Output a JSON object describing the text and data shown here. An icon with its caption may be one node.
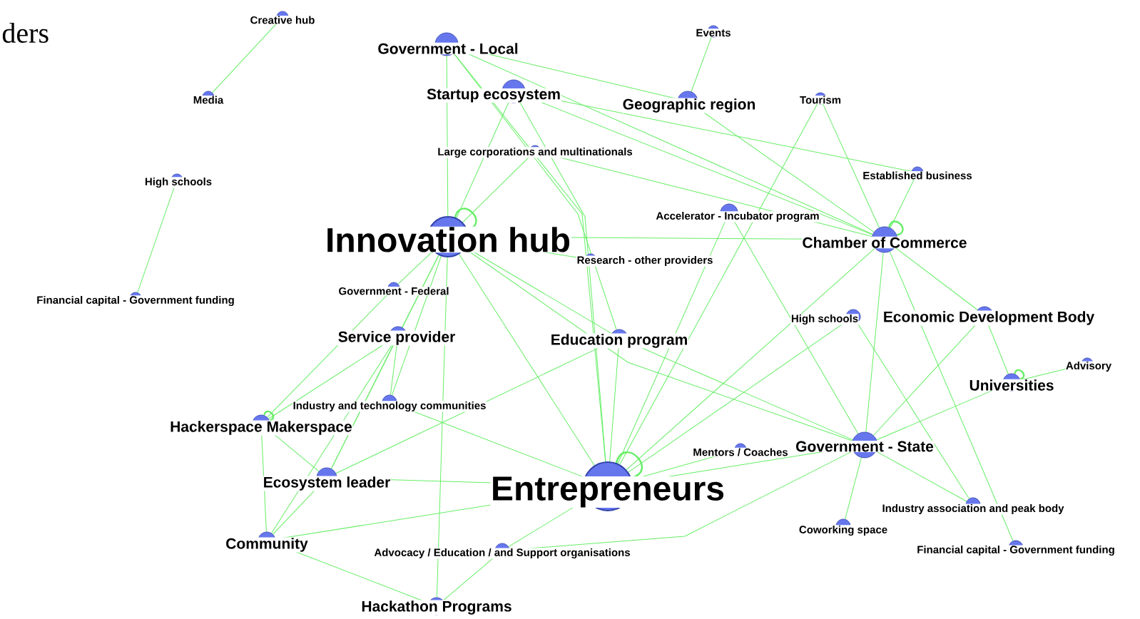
{
  "diagram": {
    "nodes": [
      {
        "text": [
          "Creative hub"
        ]
      },
      {
        "text": [
          "Media"
        ]
      },
      {
        "text": [
          "High schools"
        ]
      },
      {
        "text": [
          "Financial capital - Government funding"
        ]
      },
      {
        "text": [
          "Government - Local"
        ]
      },
      {
        "text": [
          "Startup ecosystem"
        ]
      },
      {
        "text": [
          "Events"
        ]
      },
      {
        "text": [
          "Geographic region"
        ]
      },
      {
        "text": [
          "Tourism"
        ]
      },
      {
        "text": [
          "Large corporations and multinationals"
        ]
      },
      {
        "text": [
          "Established business"
        ]
      },
      {
        "text": [
          "Accelerator - Incubator program"
        ]
      },
      {
        "text": [
          "Innovation hub"
        ]
      },
      {
        "text": [
          "Research - other providers"
        ]
      },
      {
        "text": [
          "Chamber of Commerce"
        ]
      },
      {
        "text": [
          "Government - Federal"
        ]
      },
      {
        "text": [
          "High schools"
        ]
      },
      {
        "text": [
          "Economic Development Body"
        ]
      },
      {
        "text": [
          "Service provider"
        ]
      },
      {
        "text": [
          "Education program"
        ]
      },
      {
        "text": [
          "Advisory"
        ]
      },
      {
        "text": [
          "Universities"
        ]
      },
      {
        "text": [
          "Industry and technology communities"
        ]
      },
      {
        "text": [
          "Hackerspace Makerspace"
        ]
      },
      {
        "text": [
          "Government - State"
        ]
      },
      {
        "text": [
          "Mentors / Coaches"
        ]
      },
      {
        "text": [
          "Ecosystem leader"
        ]
      },
      {
        "text": [
          "Entrepreneurs"
        ]
      },
      {
        "text": [
          "Community"
        ]
      },
      {
        "text": [
          "Advocacy / Education / and Support organisations"
        ]
      },
      {
        "text": [
          "Industry association and peak body"
        ]
      },
      {
        "text": [
          "Coworking space"
        ]
      },
      {
        "text": [
          "Financial capital - Government funding"
        ]
      },
      {
        "text": [
          "Hackathon Programs"
        ]
      }
    ],
    "edges": [
      {
        "from": 0,
        "to": 1,
        "arrow": "none"
      },
      {
        "from": 2,
        "to": 3,
        "arrow": "none"
      },
      {
        "from": 6,
        "to": 7,
        "arrow": "none"
      },
      {
        "from": 4,
        "to": 7,
        "arrow": "none"
      },
      {
        "from": 4,
        "to": 14,
        "arrow": "none"
      },
      {
        "from": 4,
        "to": 12,
        "arrow": "none"
      },
      {
        "from": 4,
        "to": 27,
        "arrow": "none"
      },
      {
        "from": 4,
        "to": 19,
        "arrow": "none"
      },
      {
        "from": 5,
        "to": 12,
        "arrow": "none"
      },
      {
        "from": 5,
        "to": 14,
        "arrow": "none"
      },
      {
        "from": 5,
        "to": 27,
        "arrow": "none"
      },
      {
        "from": 5,
        "to": 10,
        "arrow": "none"
      },
      {
        "from": 7,
        "to": 14,
        "arrow": "none"
      },
      {
        "from": 8,
        "to": 14,
        "arrow": "none"
      },
      {
        "from": 8,
        "to": 27,
        "arrow": "none"
      },
      {
        "from": 9,
        "to": 12,
        "arrow": "none"
      },
      {
        "from": 9,
        "to": 14,
        "arrow": "none"
      },
      {
        "from": 10,
        "to": 14,
        "arrow": "none"
      },
      {
        "from": 11,
        "to": 27,
        "arrow": "none"
      },
      {
        "from": 11,
        "to": 24,
        "arrow": "none"
      },
      {
        "from": 12,
        "to": 12,
        "arrow": "none"
      },
      {
        "from": 12,
        "to": 13,
        "arrow": "none"
      },
      {
        "from": 12,
        "to": 14,
        "arrow": "none"
      },
      {
        "from": 12,
        "to": 15,
        "arrow": "none"
      },
      {
        "from": 12,
        "to": 18,
        "arrow": "none"
      },
      {
        "from": 12,
        "to": 22,
        "arrow": "none"
      },
      {
        "from": 12,
        "to": 26,
        "arrow": "none"
      },
      {
        "from": 12,
        "to": 27,
        "arrow": "none"
      },
      {
        "from": 12,
        "to": 19,
        "arrow": "none"
      },
      {
        "from": 12,
        "to": 24,
        "arrow": "none"
      },
      {
        "from": 14,
        "to": 14,
        "arrow": "none"
      },
      {
        "from": 14,
        "to": 17,
        "arrow": "none"
      },
      {
        "from": 14,
        "to": 24,
        "arrow": "none"
      },
      {
        "from": 14,
        "to": 27,
        "arrow": "none"
      },
      {
        "from": 14,
        "to": 32,
        "arrow": "none"
      },
      {
        "from": 15,
        "to": 23,
        "arrow": "none"
      },
      {
        "from": 16,
        "to": 27,
        "arrow": "none"
      },
      {
        "from": 16,
        "to": 30,
        "arrow": "none"
      },
      {
        "from": 17,
        "to": 21,
        "arrow": "none"
      },
      {
        "from": 17,
        "to": 24,
        "arrow": "none"
      },
      {
        "from": 21,
        "to": 21,
        "arrow": "none"
      },
      {
        "from": 21,
        "to": 20,
        "arrow": "none"
      },
      {
        "from": 21,
        "to": 24,
        "arrow": "none"
      },
      {
        "from": 24,
        "to": 27,
        "arrow": "none"
      },
      {
        "from": 24,
        "to": 31,
        "arrow": "none"
      },
      {
        "from": 24,
        "to": 30,
        "arrow": "none"
      },
      {
        "from": 24,
        "to": 19,
        "arrow": "none"
      },
      {
        "from": 25,
        "to": 27,
        "arrow": "none"
      },
      {
        "from": 26,
        "to": 23,
        "arrow": "none"
      },
      {
        "from": 26,
        "to": 28,
        "arrow": "none"
      },
      {
        "from": 26,
        "to": 27,
        "arrow": "none"
      },
      {
        "from": 26,
        "to": 18,
        "arrow": "none"
      },
      {
        "from": 26,
        "to": 19,
        "arrow": "none"
      },
      {
        "from": 23,
        "to": 23,
        "arrow": "none"
      },
      {
        "from": 23,
        "to": 28,
        "arrow": "none"
      },
      {
        "from": 23,
        "to": 18,
        "arrow": "none"
      },
      {
        "from": 22,
        "to": 18,
        "arrow": "none"
      },
      {
        "from": 22,
        "to": 27,
        "arrow": "none"
      },
      {
        "from": 28,
        "to": 33,
        "arrow": "none"
      },
      {
        "from": 28,
        "to": 18,
        "arrow": "none"
      },
      {
        "from": 28,
        "to": 27,
        "arrow": "none"
      },
      {
        "from": 29,
        "to": 27,
        "arrow": "none"
      },
      {
        "from": 29,
        "to": 33,
        "arrow": "none"
      },
      {
        "from": 29,
        "to": 24,
        "arrow": "none"
      },
      {
        "from": 33,
        "to": 12,
        "arrow": "none"
      },
      {
        "from": 27,
        "to": 27,
        "arrow": "none"
      },
      {
        "from": 19,
        "to": 27,
        "arrow": "none"
      }
    ],
    "labels": [
      "ders"
    ]
  }
}
